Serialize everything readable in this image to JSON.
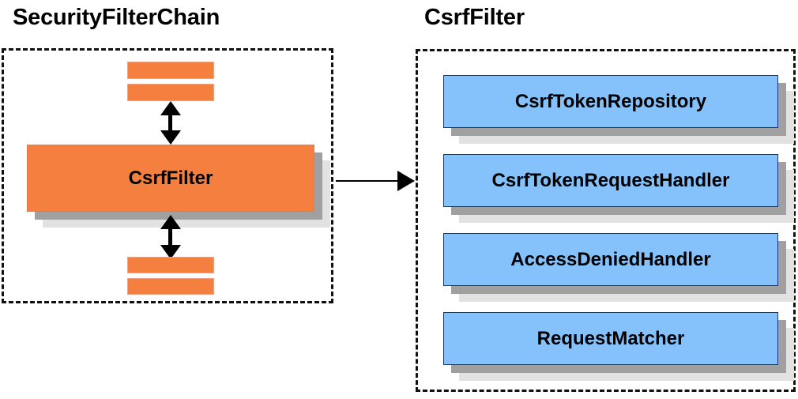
{
  "diagram": {
    "background_color": "#ffffff",
    "orange_fill": "#f57f3e",
    "blue_fill": "#85c2fb",
    "blue_border": "#1b2f8c",
    "shadow_dark": "#a0a0a0",
    "shadow_light": "#e2e2e2",
    "outline_color": "#111111"
  },
  "left_panel": {
    "title": "SecurityFilterChain",
    "main_block_label": "CsrfFilter",
    "stubs": [
      {
        "name": "filter-stub-top-1"
      },
      {
        "name": "filter-stub-top-2"
      },
      {
        "name": "filter-stub-bottom-1"
      },
      {
        "name": "filter-stub-bottom-2"
      }
    ],
    "arrows": [
      {
        "name": "arrow-top-bidirectional",
        "direction": "both"
      },
      {
        "name": "arrow-bottom-bidirectional",
        "direction": "both"
      }
    ]
  },
  "connector": {
    "name": "arrow-securityfilterchain-to-csrffilter",
    "direction": "right"
  },
  "right_panel": {
    "title": "CsrfFilter",
    "components": [
      {
        "label": "CsrfTokenRepository"
      },
      {
        "label": "CsrfTokenRequestHandler"
      },
      {
        "label": "AccessDeniedHandler"
      },
      {
        "label": "RequestMatcher"
      }
    ]
  }
}
